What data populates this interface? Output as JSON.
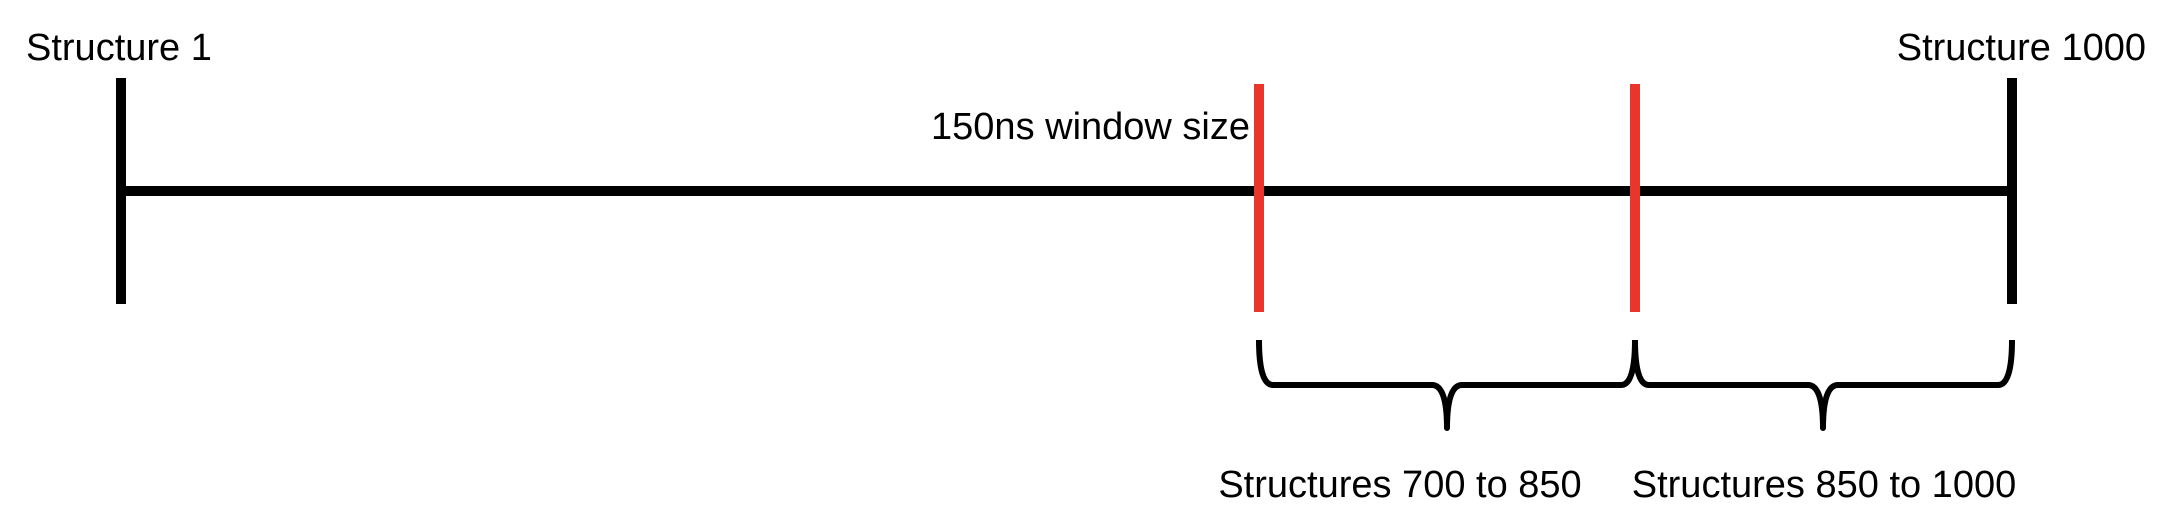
{
  "labels": {
    "start": "Structure 1",
    "end": "Structure 1000",
    "window_size": "150ns window size",
    "range_a": "Structures 700 to 850",
    "range_b": "Structures 850 to 1000"
  },
  "colors": {
    "timeline": "#000000",
    "window_marker": "#e8362c",
    "brace": "#000000"
  }
}
